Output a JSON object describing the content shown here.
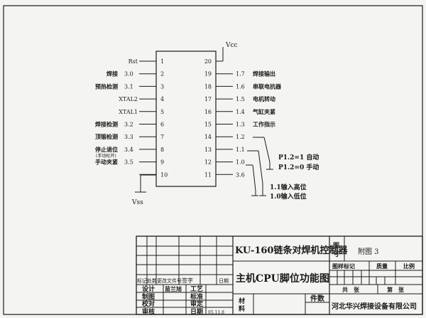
{
  "chip": {
    "vcc": "Vcc",
    "vss": "Vss",
    "left_pins": [
      {
        "num": "1",
        "port": "",
        "fn": "Rst",
        "note": ""
      },
      {
        "num": "2",
        "port": "3.0",
        "fn": "焊接",
        "note": ""
      },
      {
        "num": "3",
        "port": "3.1",
        "fn": "预热检测",
        "note": ""
      },
      {
        "num": "4",
        "port": "",
        "fn": "XTAL2",
        "note": ""
      },
      {
        "num": "5",
        "port": "",
        "fn": "XTAL1",
        "note": ""
      },
      {
        "num": "6",
        "port": "3.2",
        "fn": "焊接检测",
        "note": ""
      },
      {
        "num": "7",
        "port": "3.3",
        "fn": "顶锻检测",
        "note": ""
      },
      {
        "num": "8",
        "port": "3.4",
        "fn": "停止退位",
        "note": "(手动松开)"
      },
      {
        "num": "9",
        "port": "3.5",
        "fn": "手动夹紧",
        "note": ""
      },
      {
        "num": "10",
        "port": "",
        "fn": "",
        "note": ""
      }
    ],
    "right_pins": [
      {
        "num": "20",
        "port": "",
        "fn": ""
      },
      {
        "num": "19",
        "port": "1.7",
        "fn": "焊接输出"
      },
      {
        "num": "18",
        "port": "1.6",
        "fn": "串联电抗器"
      },
      {
        "num": "17",
        "port": "1.5",
        "fn": "电机转动"
      },
      {
        "num": "16",
        "port": "1.4",
        "fn": "气缸夹紧"
      },
      {
        "num": "15",
        "port": "1.3",
        "fn": "工作指示"
      },
      {
        "num": "14",
        "port": "1.2",
        "fn": ""
      },
      {
        "num": "13",
        "port": "1.1",
        "fn": ""
      },
      {
        "num": "12",
        "port": "1.0",
        "fn": ""
      },
      {
        "num": "11",
        "port": "3.6",
        "fn": ""
      }
    ],
    "switch_notes": [
      "P1.2=1 自动",
      "P1.2=0 手动"
    ],
    "input_notes": [
      "1.1输入高位",
      "1.0输入低位"
    ]
  },
  "title_block": {
    "product": "KU-160链条对焊机控制器",
    "drawing": "主机CPU脚位功能图",
    "tuhao_label": "图号",
    "tuhao_value": "附图 3",
    "mark_label": "图样标记",
    "weight_label": "质量",
    "scale_label": "比例",
    "sheets_total": "共　张",
    "sheet_no": "第　张",
    "company": "河北华兴焊接设备有限公司",
    "material_label": "材料",
    "pieces_label": "件数",
    "rev_headers": [
      "标记",
      "处数",
      "更改文件号",
      "签字",
      "日期"
    ],
    "roles": [
      "设计",
      "制图",
      "校对",
      "审核"
    ],
    "designer": "苗兰旭",
    "roles2": [
      "工艺",
      "标准",
      "审定",
      "日期"
    ],
    "date": "05.11.8"
  }
}
